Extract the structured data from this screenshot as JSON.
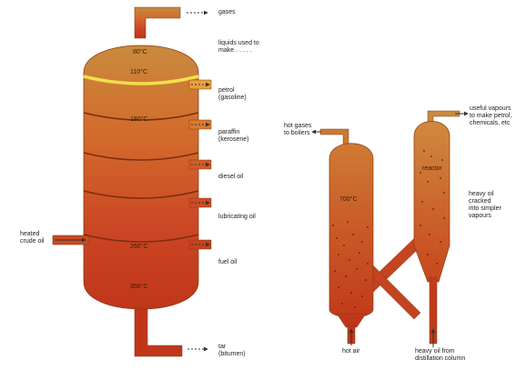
{
  "column": {
    "outputs": {
      "gases": "gases",
      "liquids": [
        "liquids used to",
        "make . . . . ."
      ],
      "petrol": [
        "petrol",
        "(gasoline)"
      ],
      "paraffin": [
        "paraffin",
        "(kerosene)"
      ],
      "diesel": "diesel oil",
      "lubricating": "lubricating oil",
      "fuel": "fuel oil",
      "tar": [
        "tar",
        "(bitumen)"
      ]
    },
    "input": [
      "heated",
      "crude oil"
    ],
    "temps": {
      "top": "80°C",
      "t110": "110°C",
      "t180": "180°C",
      "t260": "260°C",
      "bottom": "350°C"
    }
  },
  "cracker": {
    "hot_gases": [
      "hot gases",
      "to boilers"
    ],
    "useful_vapours": [
      "useful vapours",
      "to make petrol,",
      "chemicals, etc"
    ],
    "reactor": "reactor",
    "regen_temp": "700°C",
    "heavy_oil": [
      "heavy oil",
      "cracked",
      "into simpler",
      "vapours"
    ],
    "hot_air": "hot air",
    "heavy_oil_from": [
      "heavy oil from",
      "distillation column"
    ]
  },
  "colors": {
    "column_top": "#c8843a",
    "column_mid": "#cf5a2a",
    "column_bottom": "#c23a1a",
    "tray_petrol": "#f3e04a",
    "arrow": "#333333"
  }
}
